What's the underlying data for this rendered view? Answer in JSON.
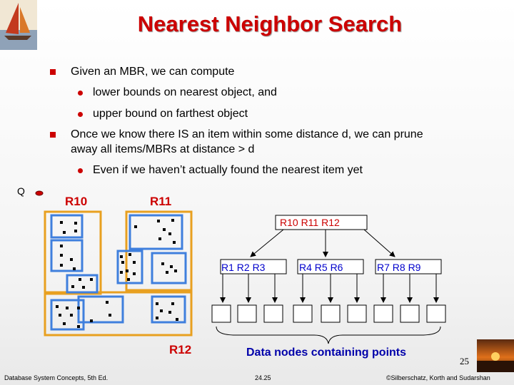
{
  "slide": {
    "title": "Nearest Neighbor Search",
    "bullets": [
      {
        "text": "Given an MBR, we can compute",
        "sub": [
          "lower bounds on nearest object, and",
          "upper bound on farthest object"
        ]
      },
      {
        "text_line1": "Once we know there IS an item within some distance d, we can prune",
        "text_line2": "away all items/MBRs at distance > d",
        "sub": [
          "Even if we haven’t actually found the nearest item yet"
        ]
      }
    ]
  },
  "diagram": {
    "query_label": "Q",
    "region_labels": {
      "r10": "R10",
      "r11": "R11",
      "r12": "R12"
    },
    "tree": {
      "root": "R10   R11  R12",
      "children": [
        "R1   R2  R3",
        "R4   R5  R6",
        "R7   R8  R9"
      ]
    },
    "data_nodes_caption": "Data nodes containing points",
    "page_number": "25"
  },
  "footer": {
    "left": "Database System Concepts, 5th Ed.",
    "center": "24.25",
    "right": "©Silberschatz, Korth and Sudarshan"
  },
  "colors": {
    "title": "#cc0000",
    "mbr_orange": "#e8a020",
    "mbr_blue": "#3f7fdd"
  }
}
